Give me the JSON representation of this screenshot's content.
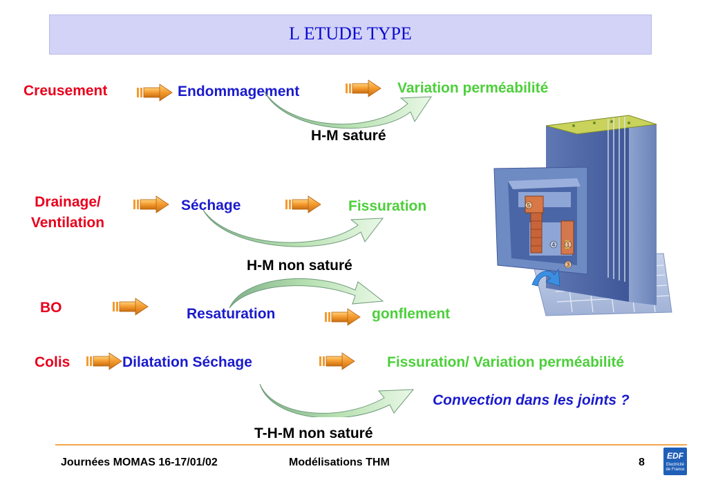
{
  "title": "L ETUDE TYPE",
  "rows": [
    {
      "cause": "Creusement",
      "effect": "Endommagement",
      "result": "Variation perméabilité",
      "regime": "H-M saturé"
    },
    {
      "cause": "Drainage/ Ventilation",
      "effect": "Séchage",
      "result": "Fissuration",
      "regime": "H-M non saturé"
    },
    {
      "cause": "BO",
      "effect": "Resaturation",
      "result": "gonflement"
    },
    {
      "cause": "Colis",
      "effect": "Dilatation Séchage",
      "result": "Fissuration/ Variation perméabilité",
      "note": "Convection dans les joints ?",
      "regime": "T-H-M non saturé"
    }
  ],
  "figure": {
    "markers": [
      "5",
      "4",
      "1",
      "3"
    ]
  },
  "footer": {
    "left": "Journées MOMAS 16-17/01/02",
    "center": "Modélisations THM",
    "page": "8"
  },
  "logo": {
    "name": "EDF",
    "sub": "Electricité de France"
  },
  "colors": {
    "cause": "#e8001c",
    "effect": "#1a1acc",
    "result": "#4ccf3a",
    "title_bg": "#d3d3f8",
    "arrow": "#f39a2e",
    "curve": "#a8d8a0",
    "footer_line": "#f3a54a"
  }
}
